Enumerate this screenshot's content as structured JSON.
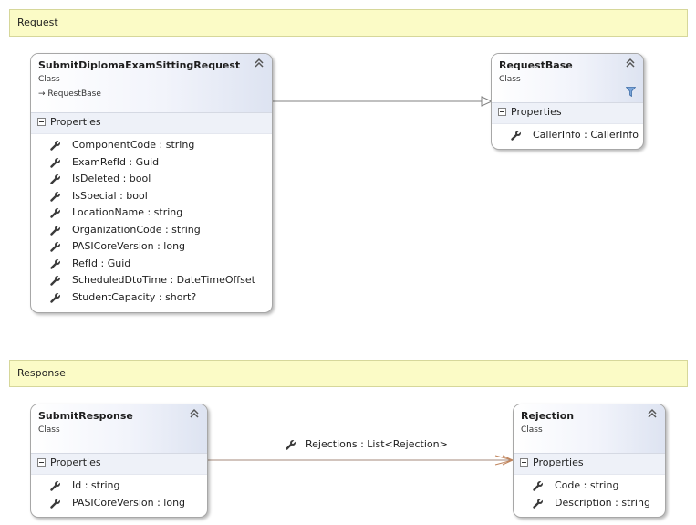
{
  "request_band": {
    "label": "Request"
  },
  "response_band": {
    "label": "Response"
  },
  "classes": [
    {
      "name": "SubmitDiplomaExamSittingRequest",
      "stereotype": "Class",
      "base": "RequestBase",
      "compartment": "Properties",
      "properties": [
        "ComponentCode : string",
        "ExamRefId : Guid",
        "IsDeleted : bool",
        "IsSpecial : bool",
        "LocationName : string",
        "OrganizationCode : string",
        "PASICoreVersion : long",
        "RefId : Guid",
        "ScheduledDtoTime : DateTimeOffset",
        "StudentCapacity : short?"
      ]
    },
    {
      "name": "RequestBase",
      "stereotype": "Class",
      "compartment": "Properties",
      "properties": [
        "CallerInfo : CallerInfo"
      ]
    },
    {
      "name": "SubmitResponse",
      "stereotype": "Class",
      "compartment": "Properties",
      "properties": [
        "Id : string",
        "PASICoreVersion : long"
      ]
    },
    {
      "name": "Rejection",
      "stereotype": "Class",
      "compartment": "Properties",
      "properties": [
        "Code : string",
        "Description : string"
      ]
    }
  ],
  "association": {
    "label": "Rejections : List<Rejection>",
    "icon": "wrench-icon"
  },
  "icons": {
    "property": "wrench-icon",
    "collapse": "double-chevron-up-icon",
    "filter": "filter-icon",
    "inheritance": "inheritance-arrow-icon"
  },
  "colors": {
    "band_fill": "#fbfbc6",
    "band_border": "#d6d79a",
    "header_gradient_end": "#dde3f1",
    "compartment_fill": "#eef1f8",
    "connector": "#808080",
    "association_arrow": "#c0845c"
  }
}
